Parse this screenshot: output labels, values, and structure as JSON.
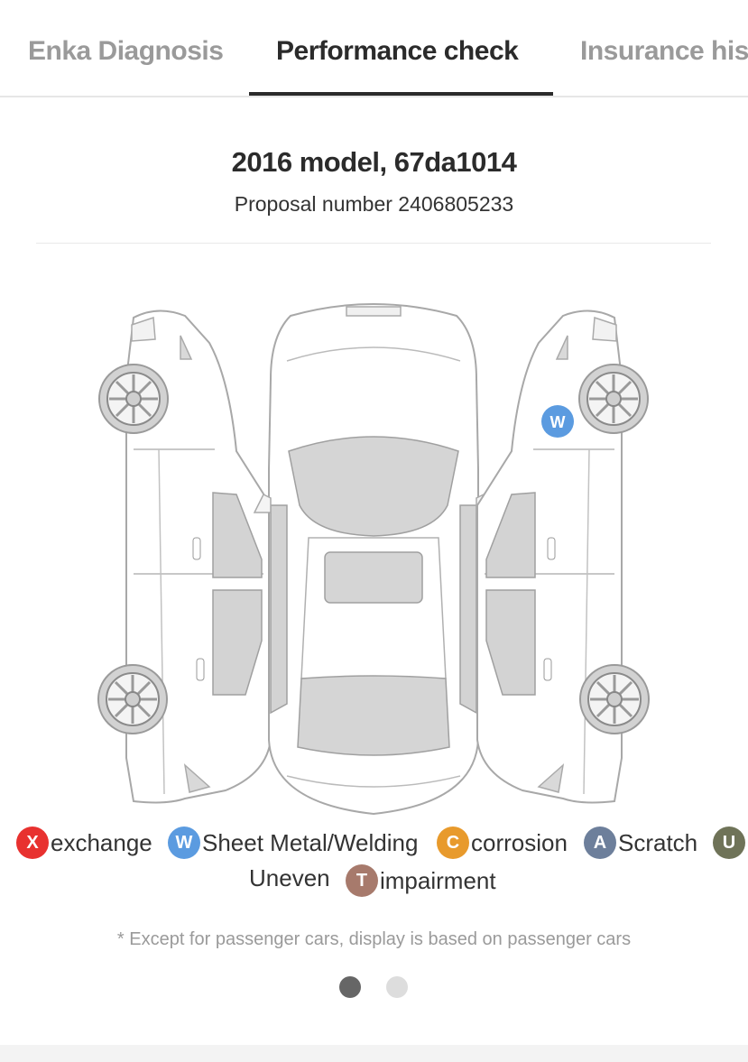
{
  "tabs": [
    {
      "label": "Enka Diagnosis",
      "active": false
    },
    {
      "label": "Performance check",
      "active": true
    },
    {
      "label": "Insurance his",
      "active": false
    }
  ],
  "vehicle": {
    "title": "2016 model, 67da1014",
    "proposal": "Proposal number 2406805233"
  },
  "diagram": {
    "markers": [
      {
        "code": "W",
        "part": "right-front-fender"
      }
    ]
  },
  "legend": [
    {
      "code": "X",
      "label": "exchange",
      "color": "#e8312f"
    },
    {
      "code": "W",
      "label": "Sheet Metal/Welding",
      "color": "#5b9be0"
    },
    {
      "code": "C",
      "label": "corrosion",
      "color": "#e89a2c"
    },
    {
      "code": "A",
      "label": "Scratch",
      "color": "#6d7f9b"
    },
    {
      "code": "U",
      "label": "Uneven",
      "color": "#6f7358"
    },
    {
      "code": "T",
      "label": "impairment",
      "color": "#a77a6c"
    }
  ],
  "note": "* Except for passenger cars, display is based on passenger cars",
  "pagination": {
    "count": 2,
    "active": 1,
    "active_color": "#666666",
    "inactive_color": "#dddddd"
  }
}
